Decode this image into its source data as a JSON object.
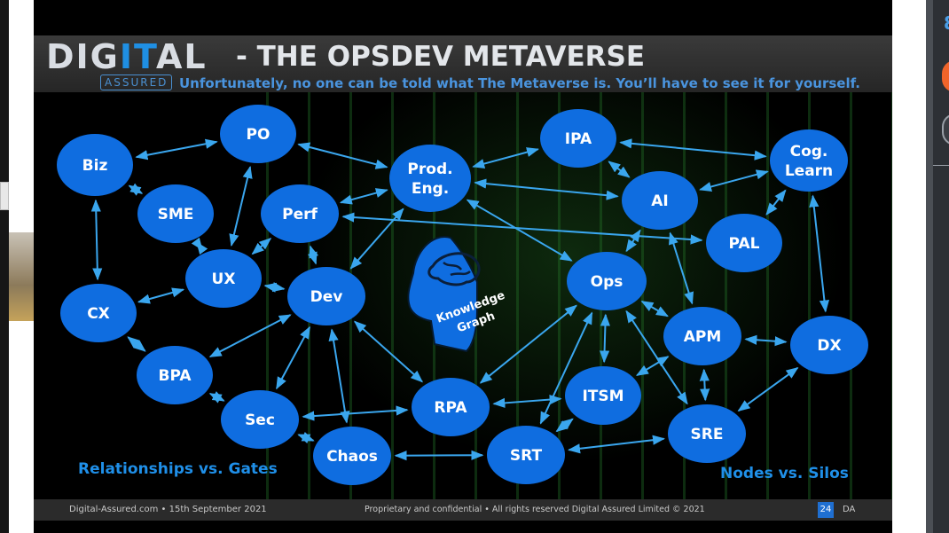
{
  "logo": {
    "dig": "DIG",
    "it": "IT",
    "al": "AL",
    "badge": "ASSURED"
  },
  "title": "- THE OPSDEV METAVERSE",
  "tagline": "Unfortunately, no one can be told what The Metaverse is. You’ll have to see it for yourself.",
  "nodes": [
    {
      "id": "biz",
      "lines": [
        "Biz"
      ]
    },
    {
      "id": "po",
      "lines": [
        "PO"
      ]
    },
    {
      "id": "sme",
      "lines": [
        "SME"
      ]
    },
    {
      "id": "perf",
      "lines": [
        "Perf"
      ]
    },
    {
      "id": "prod",
      "lines": [
        "Prod.",
        "Eng."
      ]
    },
    {
      "id": "ipa",
      "lines": [
        "IPA"
      ]
    },
    {
      "id": "cog",
      "lines": [
        "Cog.",
        "Learn"
      ]
    },
    {
      "id": "ai",
      "lines": [
        "AI"
      ]
    },
    {
      "id": "pal",
      "lines": [
        "PAL"
      ]
    },
    {
      "id": "ux",
      "lines": [
        "UX"
      ]
    },
    {
      "id": "dev",
      "lines": [
        "Dev"
      ]
    },
    {
      "id": "ops",
      "lines": [
        "Ops"
      ]
    },
    {
      "id": "cx",
      "lines": [
        "CX"
      ]
    },
    {
      "id": "apm",
      "lines": [
        "APM"
      ]
    },
    {
      "id": "dx",
      "lines": [
        "DX"
      ]
    },
    {
      "id": "bpa",
      "lines": [
        "BPA"
      ]
    },
    {
      "id": "itsm",
      "lines": [
        "ITSM"
      ]
    },
    {
      "id": "rpa",
      "lines": [
        "RPA"
      ]
    },
    {
      "id": "sec",
      "lines": [
        "Sec"
      ]
    },
    {
      "id": "sre",
      "lines": [
        "SRE"
      ]
    },
    {
      "id": "chaos",
      "lines": [
        "Chaos"
      ]
    },
    {
      "id": "srt",
      "lines": [
        "SRT"
      ]
    }
  ],
  "edges": [
    [
      "biz",
      "po"
    ],
    [
      "biz",
      "sme"
    ],
    [
      "biz",
      "cx"
    ],
    [
      "po",
      "ux"
    ],
    [
      "po",
      "prod"
    ],
    [
      "sme",
      "ux"
    ],
    [
      "perf",
      "ux"
    ],
    [
      "perf",
      "dev"
    ],
    [
      "perf",
      "prod"
    ],
    [
      "perf",
      "pal"
    ],
    [
      "prod",
      "ipa"
    ],
    [
      "prod",
      "ai"
    ],
    [
      "prod",
      "dev"
    ],
    [
      "prod",
      "ops"
    ],
    [
      "ipa",
      "cog"
    ],
    [
      "ipa",
      "ai"
    ],
    [
      "cog",
      "ai"
    ],
    [
      "cog",
      "pal"
    ],
    [
      "cog",
      "dx"
    ],
    [
      "ai",
      "ops"
    ],
    [
      "ai",
      "apm"
    ],
    [
      "ux",
      "cx"
    ],
    [
      "ux",
      "dev"
    ],
    [
      "dev",
      "bpa"
    ],
    [
      "dev",
      "sec"
    ],
    [
      "dev",
      "chaos"
    ],
    [
      "dev",
      "rpa"
    ],
    [
      "ops",
      "rpa"
    ],
    [
      "ops",
      "itsm"
    ],
    [
      "ops",
      "srt"
    ],
    [
      "ops",
      "sre"
    ],
    [
      "ops",
      "apm"
    ],
    [
      "cx",
      "bpa"
    ],
    [
      "apm",
      "dx"
    ],
    [
      "apm",
      "sre"
    ],
    [
      "apm",
      "itsm"
    ],
    [
      "dx",
      "sre"
    ],
    [
      "bpa",
      "sec"
    ],
    [
      "sec",
      "rpa"
    ],
    [
      "sec",
      "chaos"
    ],
    [
      "rpa",
      "itsm"
    ],
    [
      "itsm",
      "srt"
    ],
    [
      "chaos",
      "srt"
    ],
    [
      "srt",
      "sre"
    ]
  ],
  "knowledge_graph": {
    "line1": "Knowledge",
    "line2": "Graph"
  },
  "captions": {
    "left": "Relationships vs. Gates",
    "right": "Nodes vs. Silos"
  },
  "footer": {
    "left": "Digital-Assured.com • 15th September 2021",
    "middle": "Proprietary and confidential • All rights reserved Digital Assured Limited © 2021",
    "page_number": "24",
    "page_id": "DA"
  },
  "right_panel": {
    "digit": "8"
  },
  "colors": {
    "node": "#0f6de0",
    "arrow": "#3aa6ee",
    "caption": "#1f8fe8",
    "title": "#e3e6ea"
  }
}
